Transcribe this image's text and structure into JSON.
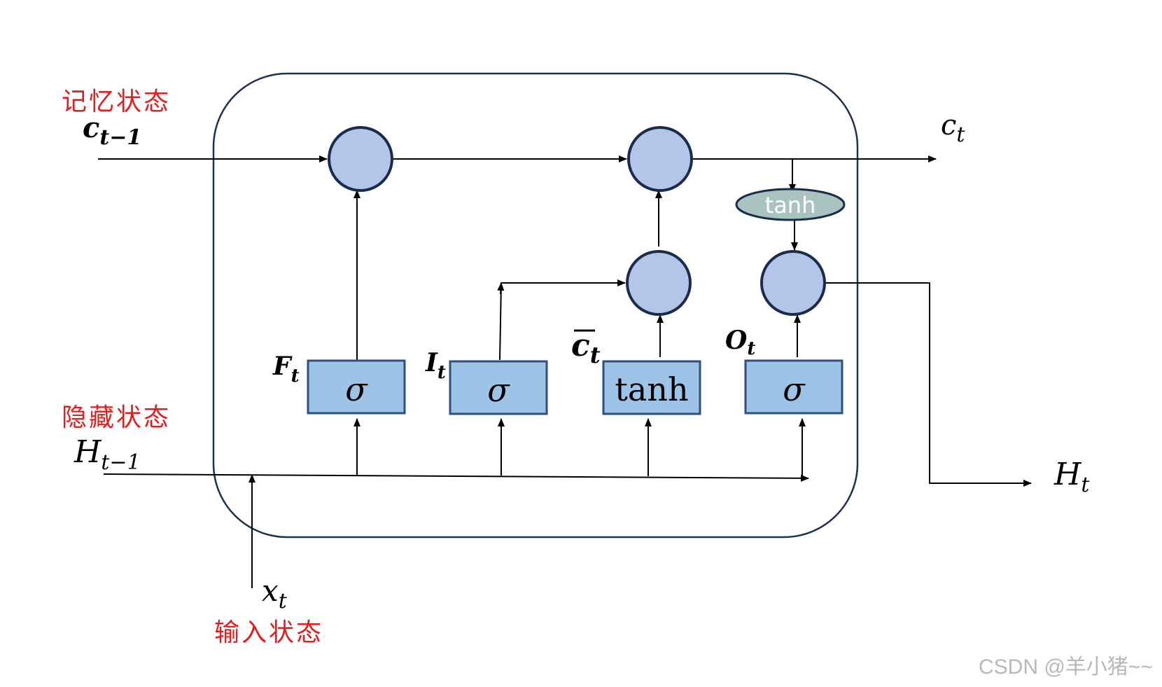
{
  "labels": {
    "memory_state": "记忆状态",
    "hidden_state": "隐藏状态",
    "input_state": "输入状态"
  },
  "symbols": {
    "c_prev_base": "c",
    "c_prev_sub": "t−1",
    "h_prev_base": "H",
    "h_prev_sub": "t−1",
    "x_base": "x",
    "x_sub": "t",
    "c_out_base": "c",
    "c_out_sub": "t",
    "h_out_base": "H",
    "h_out_sub": "t",
    "forget_base": "F",
    "forget_sub": "t",
    "input_base": "I",
    "input_sub": "t",
    "candidate_base": "c",
    "candidate_sub": "t",
    "output_base": "O",
    "output_sub": "t"
  },
  "gates": {
    "forget_fn": "σ",
    "input_fn": "σ",
    "candidate_fn": "tanh",
    "output_fn": "σ",
    "cell_tanh": "tanh"
  },
  "watermark": "CSDN @羊小猪~~",
  "colors": {
    "cell_border": "#1f2f50",
    "node_fill": "#b4c6e7",
    "node_stroke": "#1a2b4c",
    "gate_fill": "#9dc3e6",
    "gate_stroke": "#2f4f7f",
    "tanh_ellipse_fill": "#a9c4c0",
    "label_red": "#e02020"
  }
}
